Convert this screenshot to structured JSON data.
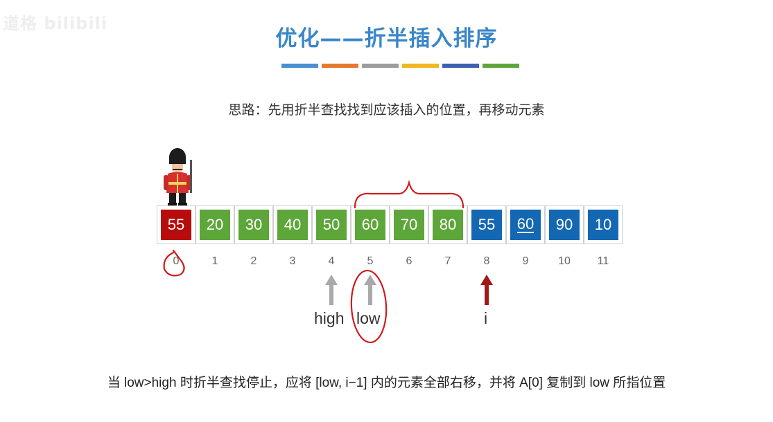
{
  "watermark": "道格 bilibili",
  "title": "优化——折半插入排序",
  "title_bar_colors": [
    "#4a8fcf",
    "#e6782e",
    "#9c9c9c",
    "#f2b623",
    "#3d60b0",
    "#5ea63a"
  ],
  "subtitle": "思路：先用折半查找找到应该插入的位置，再移动元素",
  "array": [
    {
      "value": "55",
      "index": "0",
      "color": "#b80b0b"
    },
    {
      "value": "20",
      "index": "1",
      "color": "#5da639"
    },
    {
      "value": "30",
      "index": "2",
      "color": "#5da639"
    },
    {
      "value": "40",
      "index": "3",
      "color": "#5da639"
    },
    {
      "value": "50",
      "index": "4",
      "color": "#5da639"
    },
    {
      "value": "60",
      "index": "5",
      "color": "#5da639"
    },
    {
      "value": "70",
      "index": "6",
      "color": "#5da639"
    },
    {
      "value": "80",
      "index": "7",
      "color": "#5da639"
    },
    {
      "value": "55",
      "index": "8",
      "color": "#1467b2"
    },
    {
      "value": "60",
      "index": "9",
      "color": "#1467b2",
      "underline": true
    },
    {
      "value": "90",
      "index": "10",
      "color": "#1467b2"
    },
    {
      "value": "10",
      "index": "11",
      "color": "#1467b2"
    }
  ],
  "pointers": {
    "high": {
      "label": "high",
      "at_index": 4,
      "color": "#a9a9a9"
    },
    "low": {
      "label": "low",
      "at_index": 5,
      "color": "#a9a9a9"
    },
    "i": {
      "label": "i",
      "at_index": 8,
      "color": "#a01818"
    }
  },
  "annotation_color": "#d21a1a",
  "bottom_text": "当 low>high 时折半查找停止，应将 [low, i−1] 内的元素全部右移，并将 A[0] 复制到 low 所指位置"
}
